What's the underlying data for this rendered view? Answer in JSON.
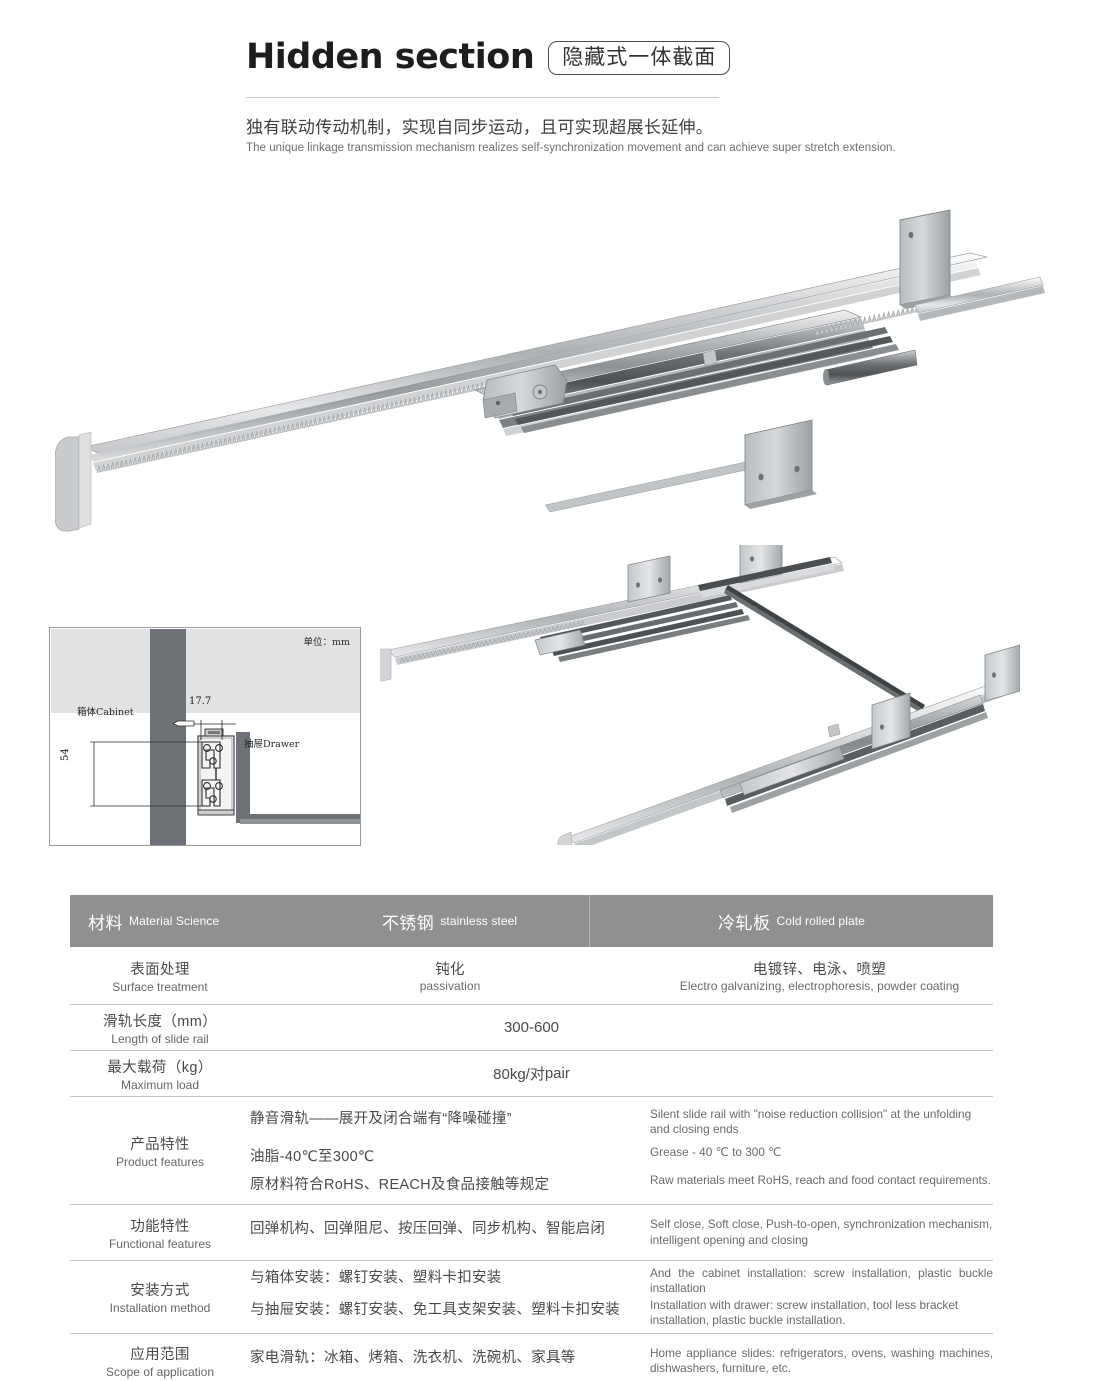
{
  "header": {
    "title_en": "Hidden section",
    "title_badge_cn": "隐藏式一体截面",
    "subtitle_cn": "独有联动传动机制，实现自同步运动，且可实现超展长延伸。",
    "subtitle_en": "The unique linkage transmission mechanism realizes self-synchronization movement and can achieve super stretch extension."
  },
  "technical_drawing": {
    "unit_label": "单位：mm",
    "cabinet_label": "箱体Cabinet",
    "drawer_label": "抽屉Drawer",
    "dimension_width": "17.7",
    "dimension_height": "54"
  },
  "spec_table": {
    "head": {
      "col1_cn": "材料",
      "col1_en": "Material Science",
      "col2_cn": "不锈钢",
      "col2_en": "stainless steel",
      "col3_cn": "冷轧板",
      "col3_en": "Cold rolled plate"
    },
    "rows": [
      {
        "label_cn": "表面处理",
        "label_en": "Surface treatment",
        "mid_cn": "钝化",
        "mid_en": "passivation",
        "right_cn": "电镀锌、电泳、喷塑",
        "right_en": "Electro galvanizing, electrophoresis, powder coating"
      },
      {
        "label_cn": "滑轨长度（mm）",
        "label_en": "Length of slide rail",
        "span_value": "300-600"
      },
      {
        "label_cn": "最大载荷（kg）",
        "label_en": "Maximum load",
        "span_value_main": "80kg/对",
        "span_value_small": "pair"
      },
      {
        "label_cn": "产品特性",
        "label_en": "Product features",
        "features": [
          {
            "cn": "静音滑轨——展开及闭合端有“降噪碰撞”",
            "en": "Silent slide rail with \"noise reduction collision\" at the unfolding and closing ends"
          },
          {
            "cn": "油脂-40℃至300℃",
            "en": "Grease - 40 ℃ to 300 ℃"
          },
          {
            "cn": "原材料符合RoHS、REACH及食品接触等规定",
            "en": "Raw materials meet RoHS, reach and food contact requirements."
          }
        ]
      },
      {
        "label_cn": "功能特性",
        "label_en": "Functional features",
        "features": [
          {
            "cn": "回弹机构、回弹阻尼、按压回弹、同步机构、智能启闭",
            "en": "Self close, Soft close, Push-to-open, synchronization mechanism, intelligent opening and closing"
          }
        ]
      },
      {
        "label_cn": "安装方式",
        "label_en": "Installation method",
        "features": [
          {
            "cn": "与箱体安装：螺钉安装、塑料卡扣安装",
            "en": "And the cabinet installation: screw installation, plastic buckle installation"
          },
          {
            "cn": "与抽屉安装：螺钉安装、免工具支架安装、塑料卡扣安装",
            "en": "Installation with drawer: screw installation, tool less bracket installation, plastic buckle installation."
          }
        ]
      },
      {
        "label_cn": "应用范围",
        "label_en": "Scope of application",
        "features": [
          {
            "cn": "家电滑轨：冰箱、烤箱、洗衣机、洗碗机、家具等",
            "en": "Home appliance slides: refrigerators, ovens, washing machines, dishwashers, furniture, etc."
          }
        ]
      }
    ]
  },
  "colors": {
    "header_gray": "#918f8f",
    "text_gray": "#4a4a4a",
    "rule_gray": "#c4c4c4"
  }
}
